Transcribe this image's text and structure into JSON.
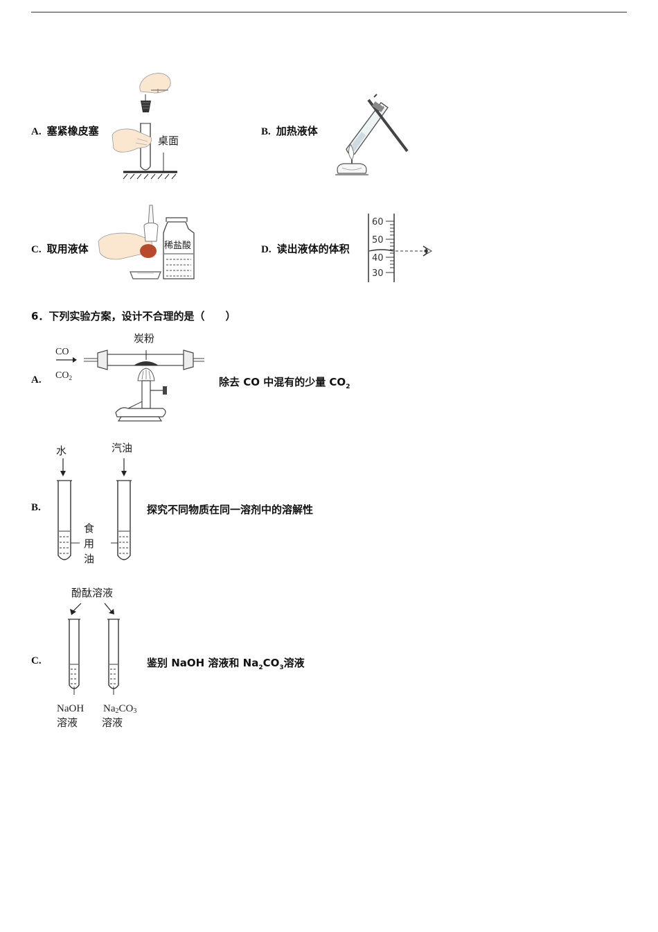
{
  "q5": {
    "a": {
      "letter": "A.",
      "text": "塞紧橡皮塞",
      "fig_label": "桌面"
    },
    "b": {
      "letter": "B.",
      "text": "加热液体"
    },
    "c": {
      "letter": "C.",
      "text": "取用液体",
      "fig_label": "稀盐酸"
    },
    "d": {
      "letter": "D.",
      "text": "读出液体的体积",
      "ticks": [
        "60",
        "50",
        "40",
        "30"
      ]
    }
  },
  "q6": {
    "stem": "6．下列实验方案，设计不合理的是（　　）",
    "a": {
      "letter": "A.",
      "text_pre": "除去 CO 中混有的少量 CO",
      "text_sub": "2",
      "fig_co": "CO",
      "fig_co2_main": "CO",
      "fig_co2_sub": "2",
      "fig_label": "炭粉"
    },
    "b": {
      "letter": "B.",
      "text": "探究不同物质在同一溶剂中的溶解性",
      "fig_water": "水",
      "fig_gasoline": "汽油",
      "fig_oil": [
        "食",
        "用",
        "油"
      ]
    },
    "c": {
      "letter": "C.",
      "text_pre": "鉴别 NaOH 溶液和 Na",
      "text_sub1": "2",
      "text_mid": "CO",
      "text_sub2": "3",
      "text_post": "溶液",
      "fig_top": "酚酞溶液",
      "fig_naoh": "NaOH",
      "fig_na2co3_a": "Na",
      "fig_na2co3_s1": "2",
      "fig_na2co3_b": "CO",
      "fig_na2co3_s2": "3",
      "fig_solution": "溶液"
    }
  }
}
